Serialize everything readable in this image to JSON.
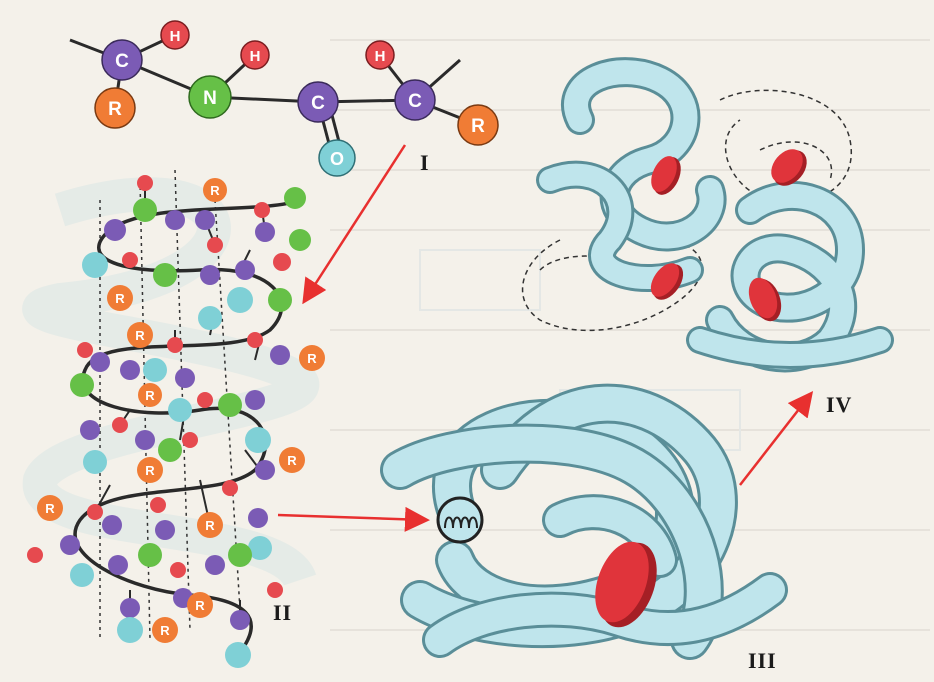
{
  "atoms": {
    "carbon": "C",
    "hydrogen": "H",
    "nitrogen": "N",
    "oxygen": "O",
    "radical": "R"
  },
  "labels": {
    "primary": "I",
    "secondary": "II",
    "tertiary": "III",
    "quaternary": "IV"
  },
  "colors": {
    "carbon": "#7b5bb5",
    "hydrogen": "#e64a4f",
    "nitrogen": "#66c047",
    "oxygen": "#7fd0d6",
    "radical": "#f07c35",
    "chain": "#bfe5ec",
    "heme": "#e0343b",
    "arrow": "#e8302f"
  }
}
